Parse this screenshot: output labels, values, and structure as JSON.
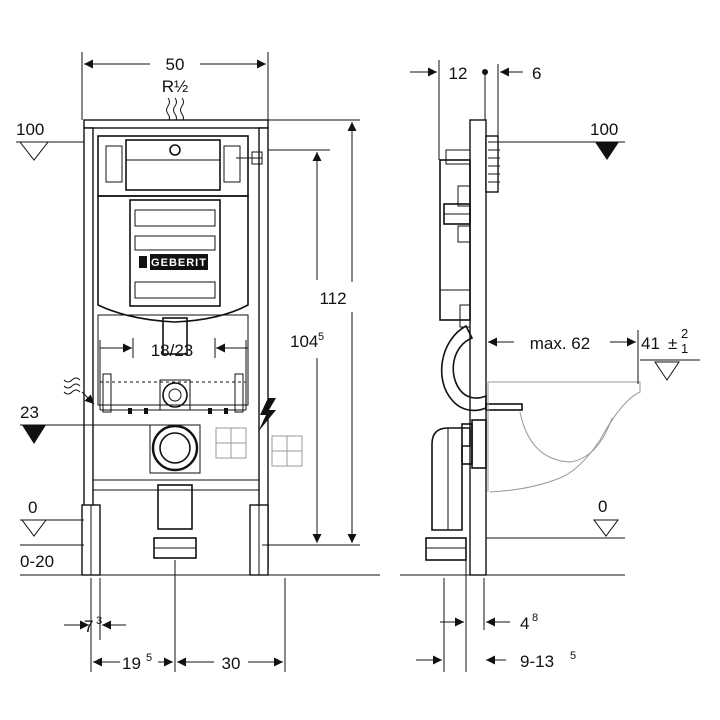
{
  "front_view": {
    "width_label": "50",
    "connection_label": "R½",
    "height_total_label": "112",
    "height_inner_label": "104",
    "height_inner_sup": "5",
    "flush_range_label": "18/23",
    "level_top_label": "100",
    "level_mid_label": "23",
    "level_zero_label": "0",
    "level_range_label": "0-20",
    "foot_offset_label": "7",
    "foot_offset_sup": "3",
    "bottom_left_label": "19",
    "bottom_left_sup": "5",
    "bottom_right_label": "30",
    "brand_text": "GEBERIT"
  },
  "side_view": {
    "top_left_label": "12",
    "top_right_label": "6",
    "level_top_label": "100",
    "max_label": "max. 62",
    "height_label": "41",
    "tol_plus": "2",
    "tol_minus": "1",
    "tol_sign": "±",
    "level_zero_label": "0",
    "bottom_top_label": "4",
    "bottom_top_sup": "8",
    "bottom_range_label": "9-13",
    "bottom_range_sup": "5"
  }
}
